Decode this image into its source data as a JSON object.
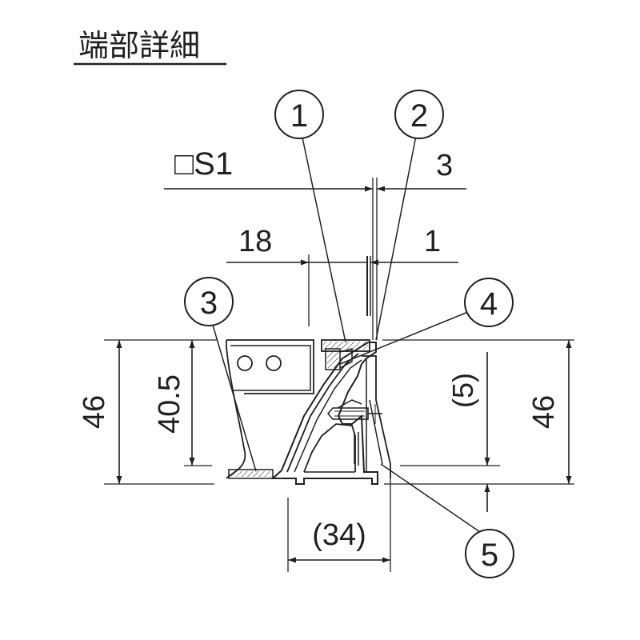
{
  "title": "端部詳細",
  "callouts": [
    "1",
    "2",
    "3",
    "4",
    "5"
  ],
  "dimensions": {
    "s1_label": "□S1",
    "dim_3": "3",
    "dim_18": "18",
    "dim_1": "1",
    "dim_46_left": "46",
    "dim_40_5": "40.5",
    "dim_5_paren": "(5)",
    "dim_46_right": "46",
    "dim_34_paren": "(34)"
  }
}
